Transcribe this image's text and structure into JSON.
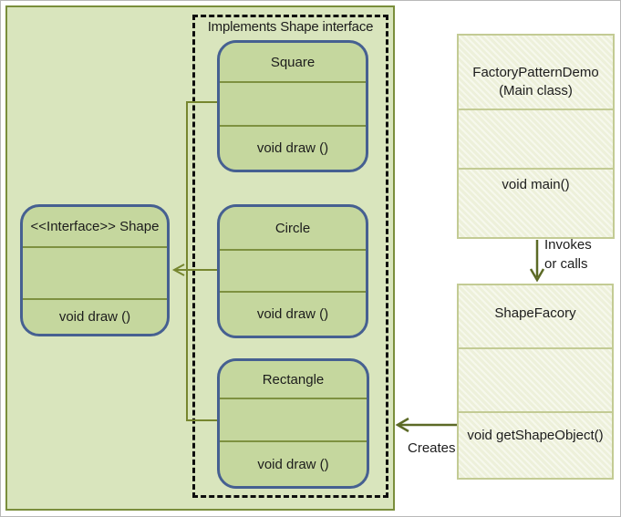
{
  "diagram": {
    "implements_group": {
      "label": "Implements Shape interface",
      "classes": [
        {
          "title": "Square",
          "method": "void draw ()"
        },
        {
          "title": "Circle",
          "method": "void draw ()"
        },
        {
          "title": "Rectangle",
          "method": "void draw ()"
        }
      ]
    },
    "interface_class": {
      "title": "<<Interface>> Shape",
      "method": "void draw ()"
    },
    "factory_demo_class": {
      "title_line1": "FactoryPatternDemo",
      "title_line2": "(Main class)",
      "method": "void main()"
    },
    "shape_factory_class": {
      "title": "ShapeFacory",
      "method": "void getShapeObject()"
    },
    "arrows": {
      "invokes_line1": "Invokes",
      "invokes_line2": "or calls",
      "creates_label": "Creates"
    },
    "colors": {
      "container_fill": "#d9e5bd",
      "container_border": "#7a8e3c",
      "class_fill": "#c5d79e",
      "class_border": "#466091",
      "divider": "#7e9140",
      "light_box_fill": "#edf0da",
      "light_box_border": "#c3cb94",
      "arrow": "#6b7a2f",
      "dashed_border": "#0d0d0d"
    }
  }
}
